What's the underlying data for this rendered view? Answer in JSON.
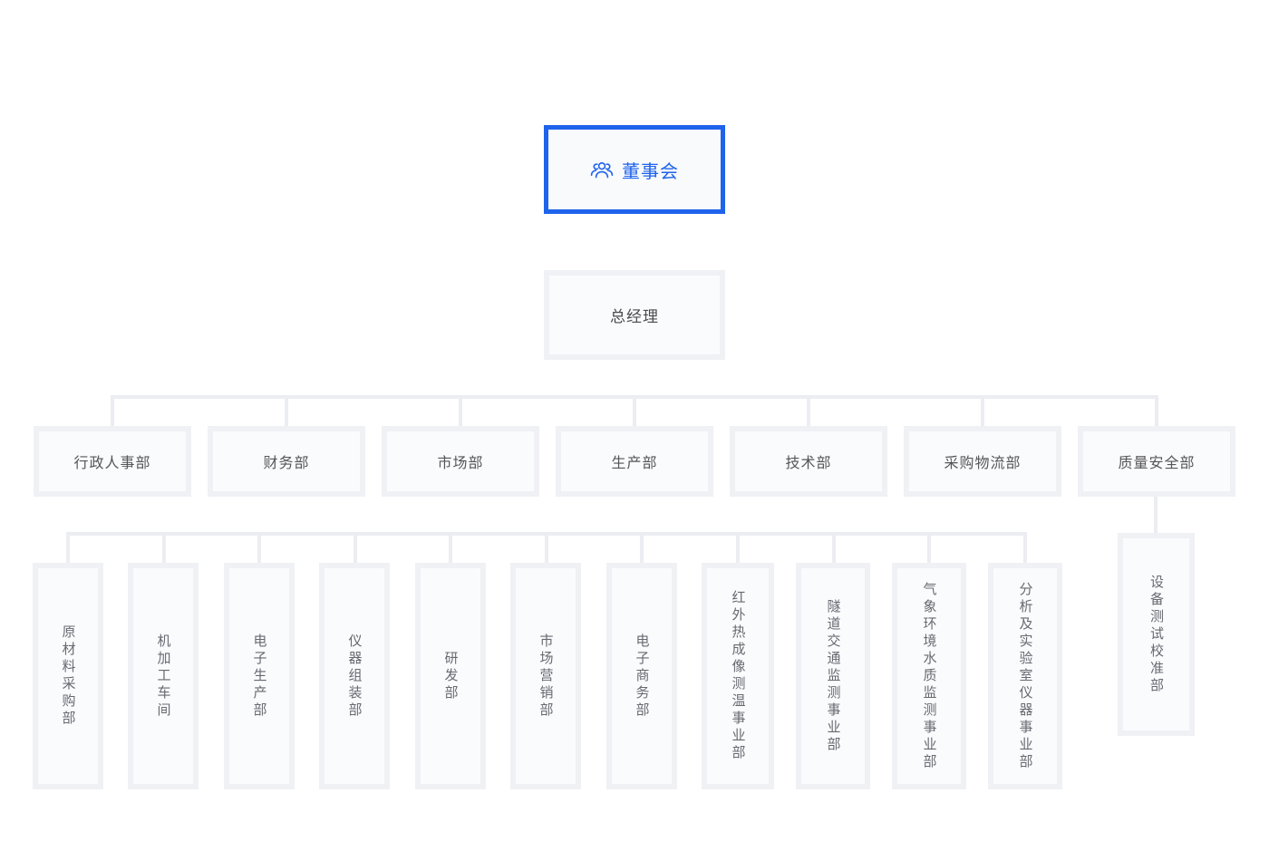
{
  "org": {
    "board": {
      "label": "董事会"
    },
    "general_manager": {
      "label": "总经理"
    },
    "departments": [
      {
        "label": "行政人事部"
      },
      {
        "label": "财务部"
      },
      {
        "label": "市场部"
      },
      {
        "label": "生产部"
      },
      {
        "label": "技术部"
      },
      {
        "label": "采购物流部"
      },
      {
        "label": "质量安全部"
      }
    ],
    "sub_departments": [
      {
        "label": "原材料采购部"
      },
      {
        "label": "机加工车间"
      },
      {
        "label": "电子生产部"
      },
      {
        "label": "仪器组装部"
      },
      {
        "label": "研发部"
      },
      {
        "label": "市场营销部"
      },
      {
        "label": "电子商务部"
      },
      {
        "label": "红外热成像测温事业部"
      },
      {
        "label": "隧道交通监测事业部"
      },
      {
        "label": "气象环境水质监测事业部"
      },
      {
        "label": "分析及实验室仪器事业部"
      }
    ],
    "quality_sub_department": {
      "label": "设备测试校准部"
    }
  },
  "icons": {
    "board": "team-icon"
  },
  "colors": {
    "accent": "#1f63ec",
    "connector_line": "#ecedf2",
    "node_border": "#eff1f5",
    "node_fill": "#fafbfd",
    "node_text": "#595959"
  }
}
